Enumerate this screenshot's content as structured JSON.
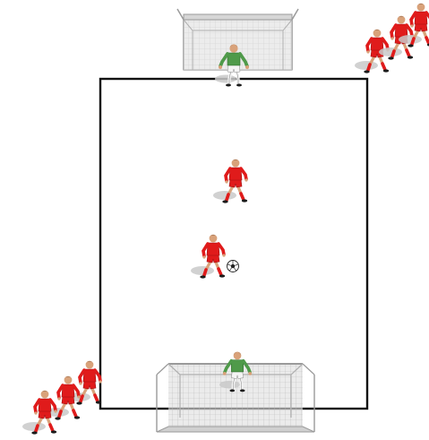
{
  "diagram": {
    "type": "soccer-drill",
    "colors": {
      "background": "#ffffff",
      "field_line": "#111111",
      "team_red": "#e01b1b",
      "team_red_dark": "#9e0f0f",
      "goalkeeper_green": "#4f9a4a",
      "goalkeeper_green_dark": "#2f6b2c",
      "skin": "#d9a27a",
      "hair": "#2b1a12",
      "boots": "#1a1a1a",
      "shadow": "#c8c8c8",
      "goal_net": "#dddddd",
      "goal_frame": "#9a9a9a"
    },
    "icons": [
      "goal-icon",
      "player-icon",
      "goalkeeper-icon",
      "ball-icon"
    ],
    "elements": {
      "field": "field-boundary",
      "goals": [
        "top-goal",
        "bottom-goal"
      ],
      "goalkeepers": [
        "top-goalkeeper",
        "bottom-goalkeeper"
      ],
      "players": [
        "queue-top-right-1",
        "queue-top-right-2",
        "queue-top-right-3",
        "midfield-player",
        "dribbling-player",
        "queue-bottom-left-1",
        "queue-bottom-left-2",
        "queue-bottom-left-3"
      ],
      "ball": "soccer-ball"
    }
  }
}
